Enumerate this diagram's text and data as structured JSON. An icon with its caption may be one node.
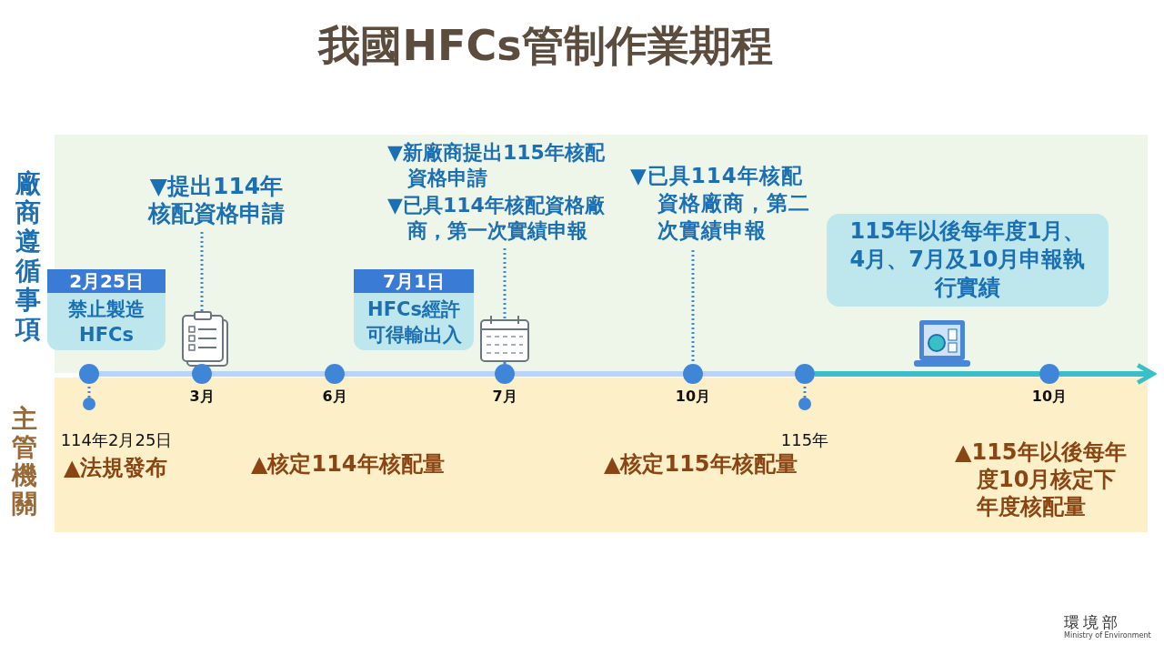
{
  "diagram": {
    "title": "我國HFCs管制作業期程",
    "nodes": [
      {
        "text": [
          "2月25日",
          "禁止製造HFCs"
        ]
      },
      {
        "text": [
          "▼提出114年核配資格申請"
        ]
      },
      {
        "text": [
          "7月1日",
          "HFCs經許可得輸出入"
        ]
      },
      {
        "text": [
          "▼新廠商提出115年核配資格申請",
          "▼已具114年核配資格廠商，第一次實績申報"
        ]
      },
      {
        "text": [
          "▼已具114年核配資格廠商，第二次實績申報"
        ]
      },
      {
        "text": [
          "115年以後每年度1月、4月、7月及10月申報執行實績"
        ]
      },
      {
        "text": [],
        "shape": "circle"
      },
      {
        "text": [],
        "shape": "circle",
        "beside": [
          "3月"
        ]
      },
      {
        "text": [],
        "shape": "circle",
        "beside": [
          "6月"
        ]
      },
      {
        "text": [],
        "shape": "circle",
        "beside": [
          "7月"
        ]
      },
      {
        "text": [],
        "shape": "circle",
        "beside": [
          "10月"
        ]
      },
      {
        "text": [],
        "shape": "circle"
      },
      {
        "text": [],
        "shape": "circle",
        "beside": [
          "10月"
        ]
      },
      {
        "text": [],
        "shape": "circle",
        "beside": [
          "114年2月25日"
        ]
      },
      {
        "text": [],
        "shape": "circle",
        "beside": [
          "115年"
        ]
      }
    ],
    "edges": [
      {
        "from": 1,
        "to": 7,
        "arrow": "none",
        "style": "dashed"
      },
      {
        "from": 3,
        "to": 9,
        "arrow": "none",
        "style": "dashed"
      },
      {
        "from": 4,
        "to": 10,
        "arrow": "none",
        "style": "dashed"
      },
      {
        "from": 6,
        "to": 13,
        "arrow": "none",
        "style": "dashed"
      },
      {
        "from": 11,
        "to": 14,
        "arrow": "none",
        "style": "dashed"
      },
      {
        "from": 6,
        "to": 7,
        "arrow": "none",
        "color": "#b9d4f6"
      },
      {
        "from": 7,
        "to": 8,
        "arrow": "none",
        "color": "#b9d4f6"
      },
      {
        "from": 8,
        "to": 9,
        "arrow": "none",
        "color": "#b9d4f6"
      },
      {
        "from": 9,
        "to": 10,
        "arrow": "none",
        "color": "#b9d4f6"
      },
      {
        "from": 10,
        "to": 11,
        "arrow": "none",
        "color": "#b9d4f6"
      },
      {
        "from": 11,
        "to": 12,
        "arrow": "none",
        "color": "#3bbfc6"
      },
      {
        "from": 12,
        "to": null,
        "arrow": "to",
        "color": "#3bbfc6"
      }
    ],
    "labels": [
      "廠商遵循事項",
      "主管機關",
      "▲法規發布",
      "▲核定114年核配量",
      "▲核定115年核配量",
      "▲115年以後每年度10月核定下年度核配量",
      "環境部",
      "Ministry of Environment"
    ]
  }
}
